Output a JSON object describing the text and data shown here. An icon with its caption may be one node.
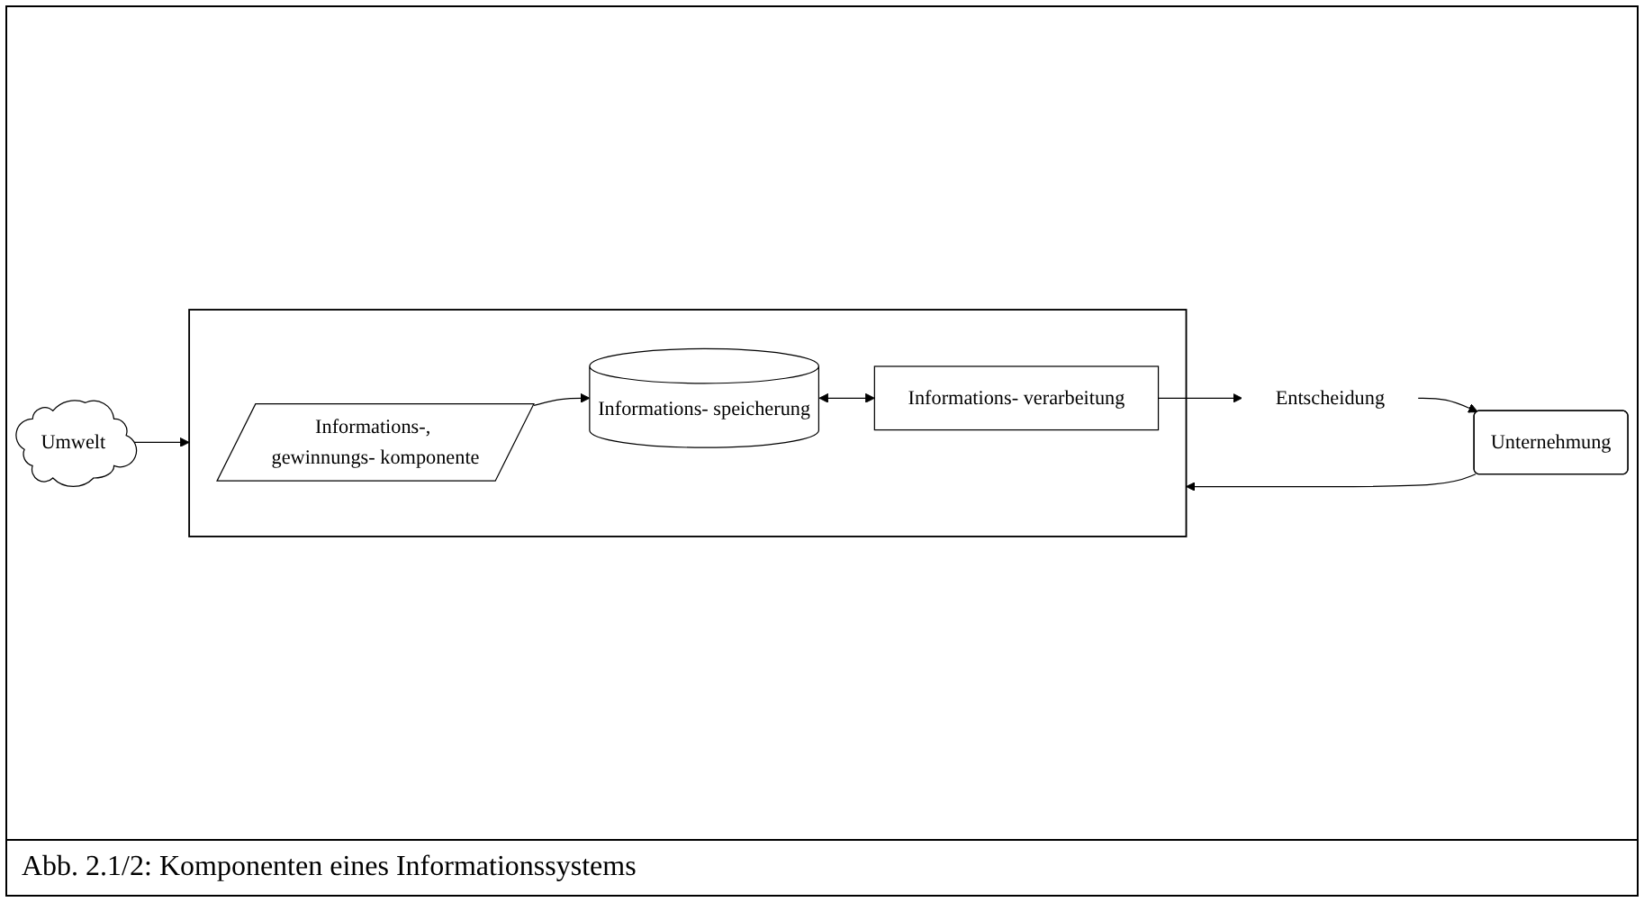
{
  "diagram": {
    "caption": "Abb. 2.1/2: Komponenten eines Informationssystems",
    "nodes": [
      {
        "text": [
          "Umwelt"
        ]
      },
      {
        "text": [],
        "shape": "box"
      },
      {
        "text": [
          "Informations-, gewinnungs- komponente"
        ],
        "in": 1
      },
      {
        "text": [
          "Informations- speicherung"
        ],
        "in": 1
      },
      {
        "text": [
          "Informations- verarbeitung"
        ],
        "in": 1
      },
      {
        "text": [
          "Entscheidung"
        ]
      },
      {
        "text": [
          "Unternehmung"
        ]
      }
    ],
    "edges": [
      {
        "from": 0,
        "to": 1,
        "arrow": "to"
      },
      {
        "from": 2,
        "to": 3,
        "arrow": "to"
      },
      {
        "from": 3,
        "to": 4,
        "arrow": "both"
      },
      {
        "from": 4,
        "to": 5,
        "arrow": "to"
      },
      {
        "from": 5,
        "to": 6,
        "arrow": "to"
      },
      {
        "from": 6,
        "to": 1,
        "arrow": "to"
      }
    ]
  }
}
